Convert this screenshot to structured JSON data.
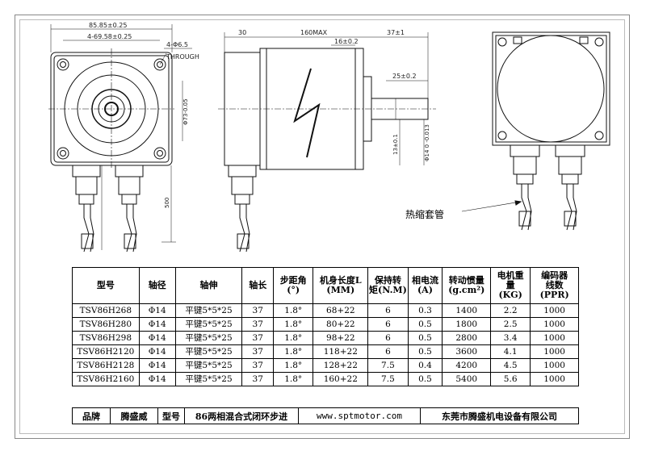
{
  "front_view": {
    "dims": [
      "85.85±0.25",
      "4-69.58±0.25",
      "4-Φ6.5",
      "THROUGH",
      "Φ73-0.05"
    ]
  },
  "side_view": {
    "dims": [
      "30",
      "160MAX",
      "37±1",
      "16±0.2",
      "25±0.2",
      "500",
      "13±0.1",
      "Φ14 0 -0.013"
    ]
  },
  "rear_view": {
    "label": "热缩套管"
  },
  "spec_table": {
    "headers": [
      "型号",
      "轴径",
      "轴伸",
      "轴长",
      "步距角\n(°)",
      "机身长度L\n(MM)",
      "保持转\n矩(N.M)",
      "相电流\n(A)",
      "转动惯量\n(g.cm²)",
      "电机重\n量\n(KG)",
      "编码器\n线数\n(PPR)"
    ],
    "rows": [
      [
        "TSV86H268",
        "Φ14",
        "平键5*5*25",
        "37",
        "1.8°",
        "68+22",
        "6",
        "0.3",
        "1400",
        "2.2",
        "1000"
      ],
      [
        "TSV86H280",
        "Φ14",
        "平键5*5*25",
        "37",
        "1.8°",
        "80+22",
        "6",
        "0.5",
        "1800",
        "2.5",
        "1000"
      ],
      [
        "TSV86H298",
        "Φ14",
        "平键5*5*25",
        "37",
        "1.8°",
        "98+22",
        "6",
        "0.5",
        "2800",
        "3.4",
        "1000"
      ],
      [
        "TSV86H2120",
        "Φ14",
        "平键5*5*25",
        "37",
        "1.8°",
        "118+22",
        "6",
        "0.5",
        "3600",
        "4.1",
        "1000"
      ],
      [
        "TSV86H2128",
        "Φ14",
        "平键5*5*25",
        "37",
        "1.8°",
        "128+22",
        "7.5",
        "0.4",
        "4200",
        "4.5",
        "1000"
      ],
      [
        "TSV86H2160",
        "Φ14",
        "平键5*5*25",
        "37",
        "1.8°",
        "160+22",
        "7.5",
        "0.5",
        "5400",
        "5.6",
        "1000"
      ]
    ]
  },
  "footer": {
    "brand_label": "品牌",
    "brand_value": "腾盛威",
    "model_label": "型号",
    "model_value": "86两相混合式闭环步进",
    "website": "www.sptmotor.com",
    "company": "东莞市腾盛机电设备有限公司"
  }
}
